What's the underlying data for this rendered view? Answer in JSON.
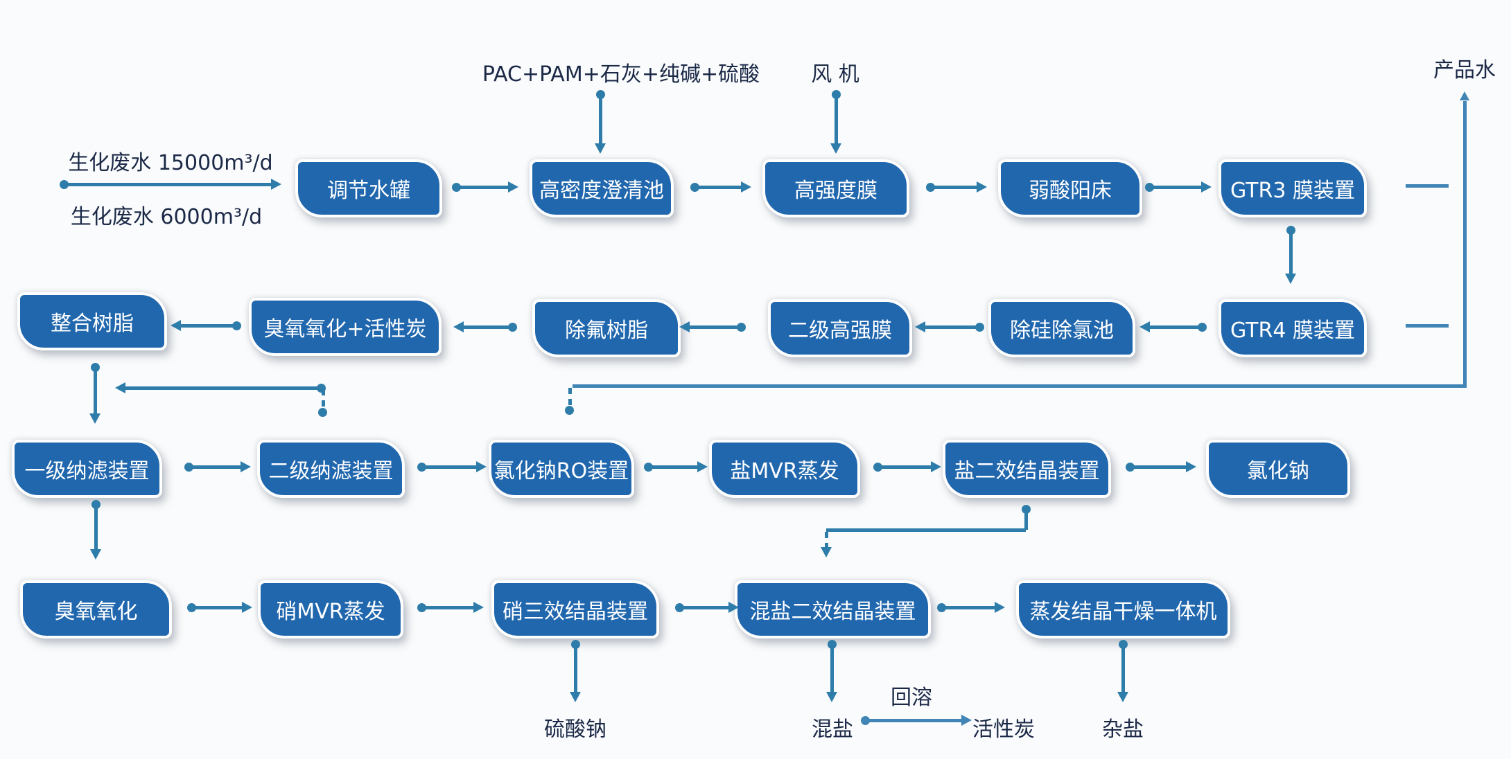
{
  "title": "废水处理工艺流程图",
  "colors": {
    "node_fill": "#2067ae",
    "node_text": "#ffffff",
    "arrow": "#2d7ca9",
    "arrow_light": "#4085b5",
    "label_text": "#1b2947",
    "bg": "#fafbfc"
  },
  "annotations": {
    "feed_line1": "生化废水 15000m³/d",
    "feed_line2": "生化废水 6000m³/d",
    "dosing": "PAC+PAM+石灰+纯碱+硫酸",
    "fan": "风 机",
    "product_water": "产品水",
    "sodium_sulfate": "硫酸钠",
    "mixed_salt": "混盐",
    "redissolve": "回溶",
    "activated_carbon": "活性炭",
    "misc_salt": "杂盐"
  },
  "nodes": {
    "regulating_tank": "调节水罐",
    "high_density_clarifier": "高密度澄清池",
    "high_strength_membrane": "高强度膜",
    "weak_acid_cation_bed": "弱酸阳床",
    "gtr3_membrane": "GTR3 膜装置",
    "gtr4_membrane": "GTR4 膜装置",
    "desilica_dechlorination_pool": "除硅除氯池",
    "secondary_high_strength_membrane": "二级高强膜",
    "fluoride_removal_resin": "除氟树脂",
    "ozone_activated_carbon": "臭氧氧化+活性炭",
    "chelating_resin": "整合树脂",
    "primary_nanofiltration": "一级纳滤装置",
    "secondary_nanofiltration": "二级纳滤装置",
    "nacl_ro_unit": "氯化钠RO装置",
    "salt_mvr_evaporation": "盐MVR蒸发",
    "salt_double_effect_crystallizer": "盐二效结晶装置",
    "sodium_chloride": "氯化钠",
    "ozone_oxidation": "臭氧氧化",
    "nitrate_mvr_evaporation": "硝MVR蒸发",
    "nitrate_triple_effect_crystallizer": "硝三效结晶装置",
    "mixed_salt_double_effect_crystallizer": "混盐二效结晶装置",
    "evaporation_crystallization_dryer": "蒸发结晶干燥一体机"
  }
}
